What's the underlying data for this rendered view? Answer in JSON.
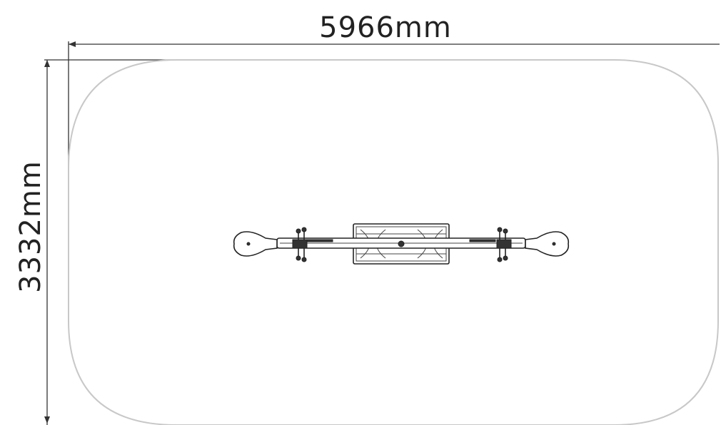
{
  "dimensions": {
    "width_label": "5966mm",
    "height_label": "3332mm"
  },
  "colors": {
    "dimension_line": "#333333",
    "safety_area_outline": "#c8c8c8",
    "equipment": "#222222"
  },
  "elements": {
    "safety_area": "rounded-rectangle",
    "equipment": "seesaw-top-view"
  }
}
